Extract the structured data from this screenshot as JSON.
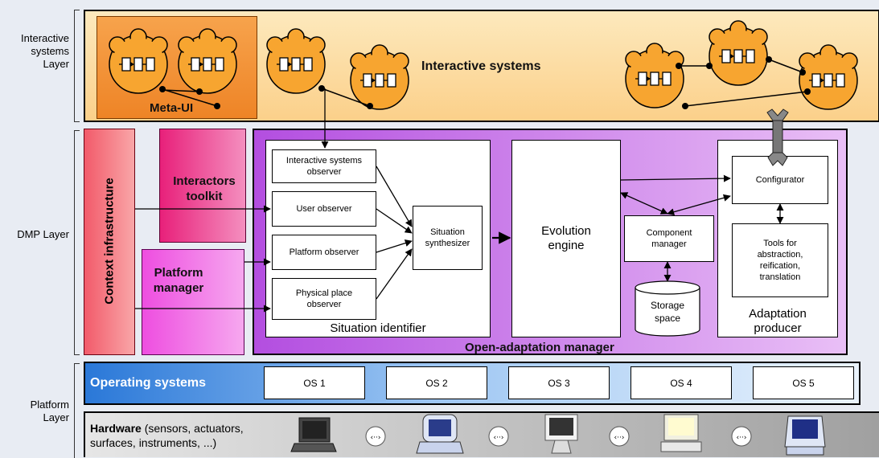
{
  "layers": {
    "interactive": "Interactive systems Layer",
    "dmp": "DMP Layer",
    "platform": "Platform Layer"
  },
  "interactive_band": {
    "meta_ui": "Meta-UI",
    "title": "Interactive systems"
  },
  "dmp": {
    "context_infrastructure": "Context infrastructure",
    "interactors_toolkit": "Interactors toolkit",
    "platform_manager": "Platform manager",
    "open_adaptation_manager": "Open-adaptation manager",
    "situation_identifier": {
      "caption": "Situation identifier",
      "observers": [
        "Interactive systems observer",
        "User observer",
        "Platform observer",
        "Physical place observer"
      ],
      "synthesizer": "Situation synthesizer"
    },
    "evolution_engine": "Evolution engine",
    "component_manager": "Component manager",
    "storage_space": "Storage space",
    "adaptation_producer": {
      "caption": "Adaptation producer",
      "configurator": "Configurator",
      "tools": "Tools for abstraction, reification, translation"
    }
  },
  "platform": {
    "operating_systems": "Operating systems",
    "os": [
      "OS 1",
      "OS 2",
      "OS 3",
      "OS 4",
      "OS 5"
    ],
    "hardware": "Hardware",
    "hardware_detail": " (sensors, actuators, surfaces, instruments, ...)"
  },
  "colors": {
    "interactive_band": "#fcd58a",
    "meta_ui": "#f08a2a",
    "dmp_band": "#b34ee0",
    "context": "#f25a6a",
    "interactors": "#e8207a",
    "platform_manager": "#ee4ee0",
    "os_band": "#2a78d8",
    "hardware_band": "#8c8c8c"
  }
}
